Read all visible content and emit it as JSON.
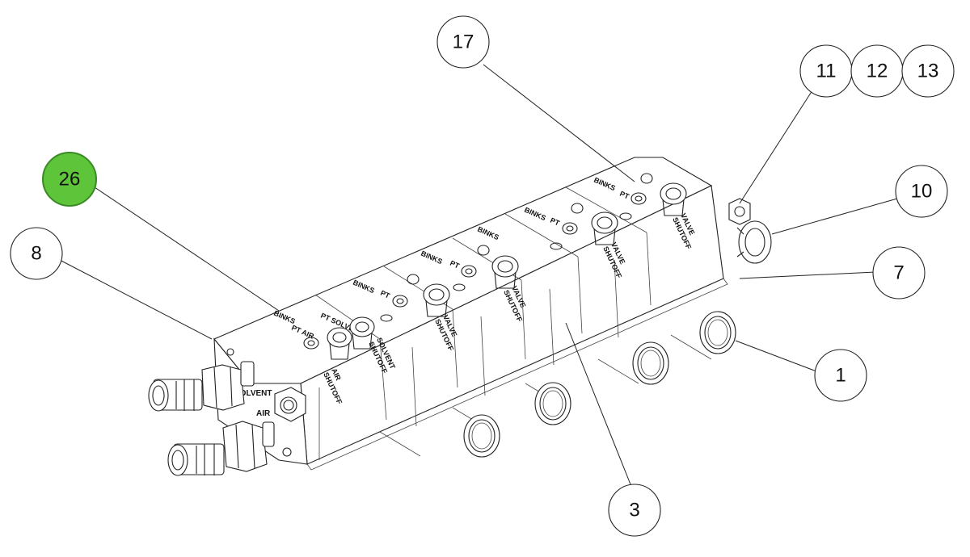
{
  "callouts": [
    {
      "id": "26",
      "label": "26",
      "highlighted": true
    },
    {
      "id": "8",
      "label": "8",
      "highlighted": false
    },
    {
      "id": "17",
      "label": "17",
      "highlighted": false
    },
    {
      "id": "11",
      "label": "11",
      "highlighted": false
    },
    {
      "id": "12",
      "label": "12",
      "highlighted": false
    },
    {
      "id": "13",
      "label": "13",
      "highlighted": false
    },
    {
      "id": "10",
      "label": "10",
      "highlighted": false
    },
    {
      "id": "7",
      "label": "7",
      "highlighted": false
    },
    {
      "id": "1",
      "label": "1",
      "highlighted": false
    },
    {
      "id": "3",
      "label": "3",
      "highlighted": false
    }
  ],
  "highlight_color": "#5ec43a",
  "part_labels": {
    "brand": "BINKS",
    "pt": "PT",
    "pt_air": "PT AIR",
    "pt_solvent": "PT SOLVENT",
    "air_shutoff_1": "AIR",
    "air_shutoff_2": "SHUTOFF",
    "solvent_shutoff_1": "SOLVENT",
    "solvent_shutoff_2": "SHUTOFF",
    "valve_shutoff_1": "VALVE",
    "valve_shutoff_2": "SHUTOFF",
    "inlet_solvent": "SOLVENT",
    "inlet_air": "AIR"
  }
}
